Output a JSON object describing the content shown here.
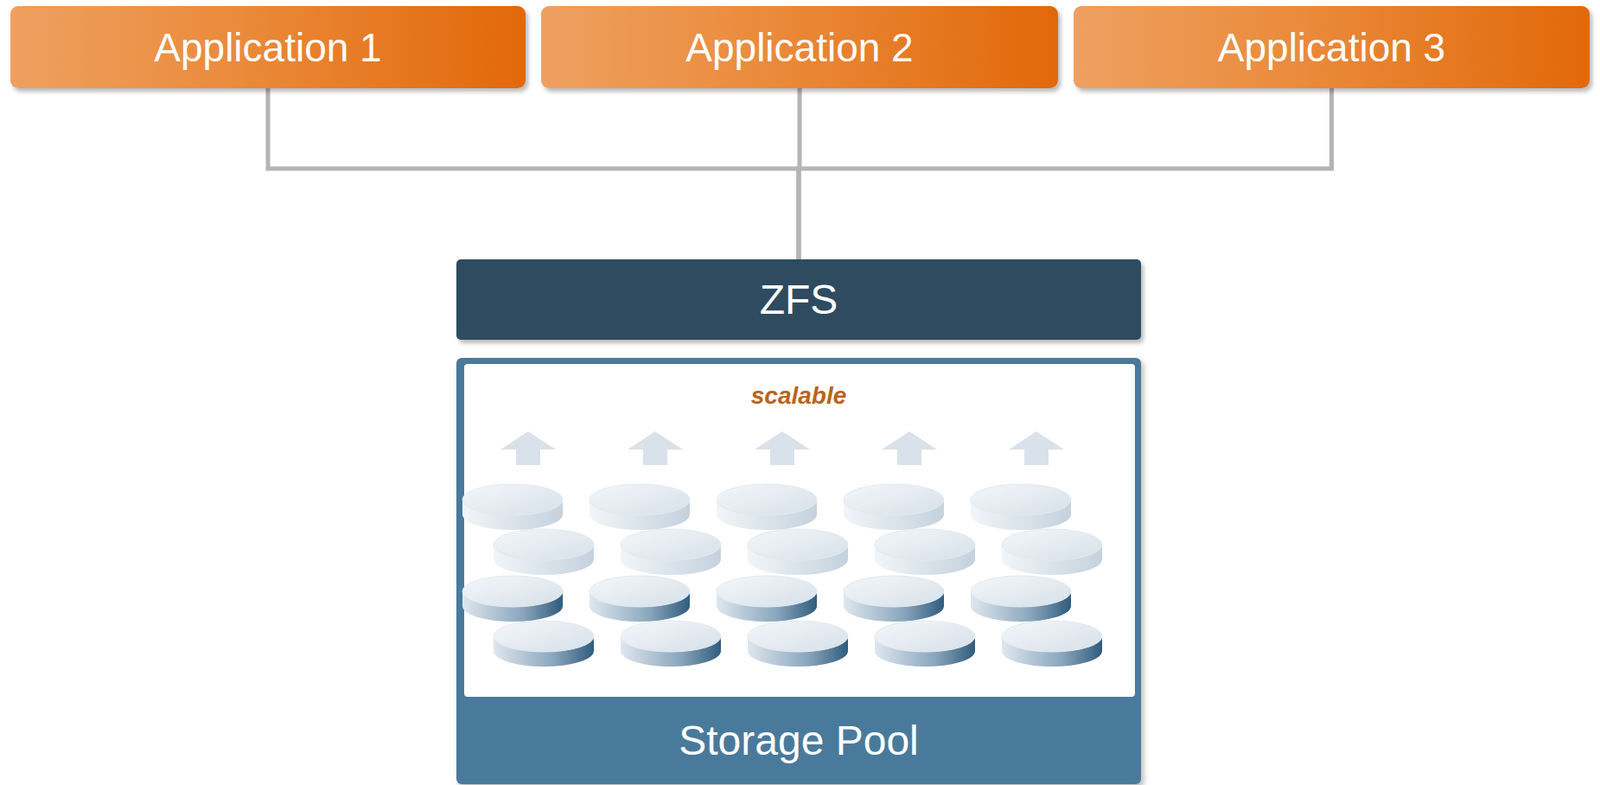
{
  "diagram": {
    "nodes": [
      {
        "text": [
          "Application 1"
        ]
      },
      {
        "text": [
          "Application 2"
        ]
      },
      {
        "text": [
          "Application 3"
        ]
      },
      {
        "text": [
          "ZFS"
        ]
      },
      {
        "text": [
          "Storage Pool"
        ]
      }
    ],
    "edges": [
      {
        "from": 0,
        "to": 3,
        "arrow": "none"
      },
      {
        "from": 1,
        "to": 3,
        "arrow": "none"
      },
      {
        "from": 2,
        "to": 3,
        "arrow": "none"
      }
    ],
    "labels": [
      "scalable"
    ]
  }
}
